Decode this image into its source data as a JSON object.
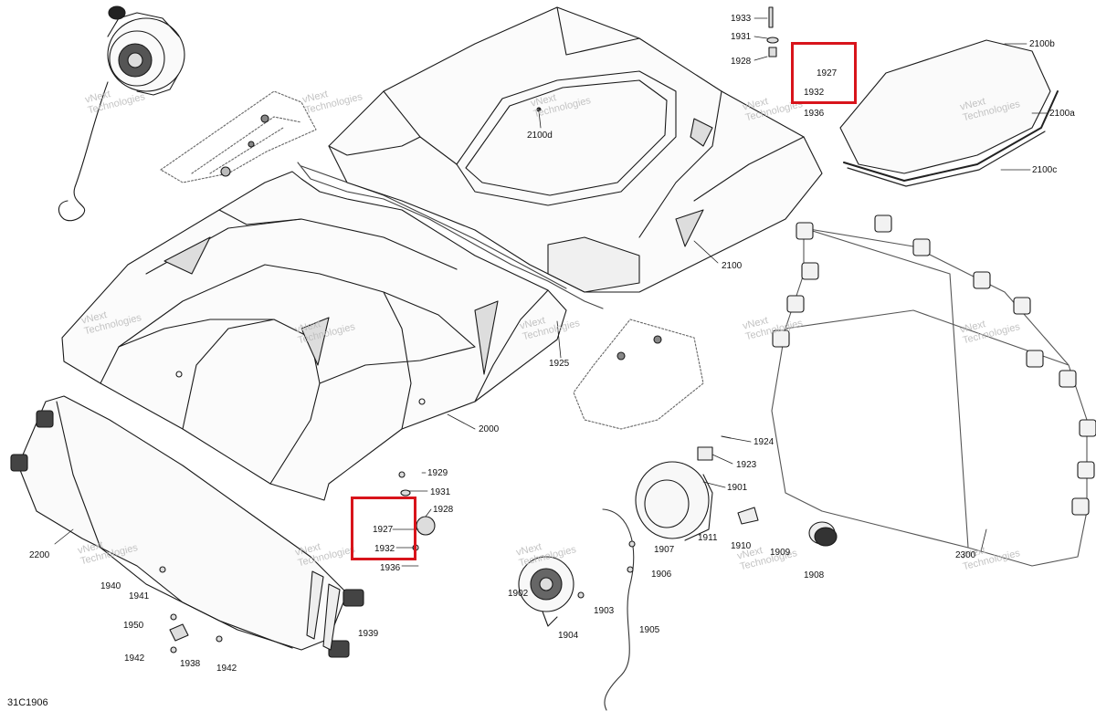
{
  "document_number": "31C1906",
  "watermark": "vNext\nTechnologies",
  "highlight_color": "#d8141b",
  "callouts": {
    "c1933": "1933",
    "c1931a": "1931",
    "c1928a": "1928",
    "c1927a": "1927",
    "c1932a": "1932",
    "c1936a": "1936",
    "c2100b": "2100b",
    "c2100a": "2100a",
    "c2100c": "2100c",
    "c2100d": "2100d",
    "c2100": "2100",
    "c1925": "1925",
    "c2000": "2000",
    "c1924": "1924",
    "c1923": "1923",
    "c1901": "1901",
    "c1911": "1911",
    "c1910": "1910",
    "c1909": "1909",
    "c1908": "1908",
    "c1907": "1907",
    "c1906": "1906",
    "c1902": "1902",
    "c1903": "1903",
    "c1904": "1904",
    "c1905": "1905",
    "c1929": "1929",
    "c1931b": "1931",
    "c1928b": "1928",
    "c1927b": "1927",
    "c1932b": "1932",
    "c1936b": "1936",
    "c2200": "2200",
    "c1940": "1940",
    "c1941": "1941",
    "c1950": "1950",
    "c1938": "1938",
    "c1942a": "1942",
    "c1942b": "1942",
    "c1939": "1939",
    "c2300": "2300"
  }
}
